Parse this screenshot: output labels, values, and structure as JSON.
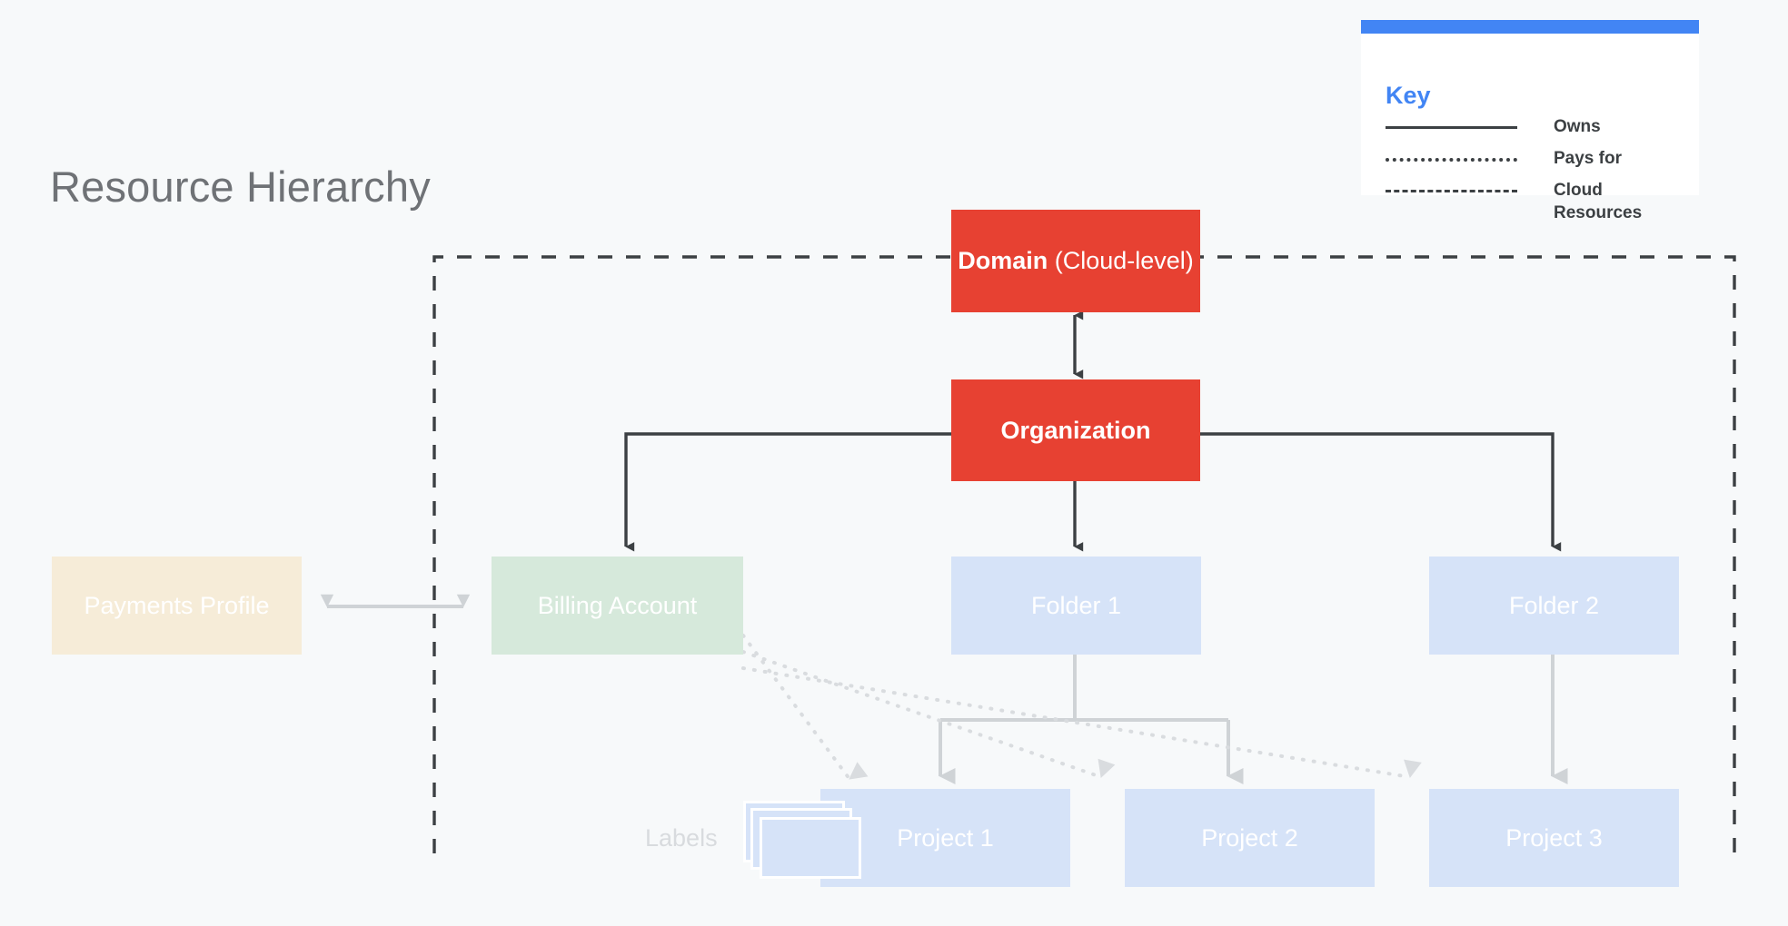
{
  "page": {
    "title": "Resource Hierarchy",
    "background_color": "#F7F9FA",
    "title_color": "#6F7276"
  },
  "key": {
    "heading": "Key",
    "accent_color": "#4285F4",
    "rows": [
      {
        "style": "solid",
        "label": "Owns"
      },
      {
        "style": "dotted",
        "label": "Pays for"
      },
      {
        "style": "dashed",
        "label": "Cloud Resources"
      }
    ]
  },
  "nodes": {
    "domain": {
      "label_bold": "Domain",
      "label_rest": " (Cloud-level)",
      "color": "#E74132"
    },
    "organization": {
      "label": "Organization",
      "color": "#E74132"
    },
    "payments_profile": {
      "label": "Payments Profile",
      "color": "#F6ECD8"
    },
    "billing_account": {
      "label": "Billing Account",
      "color": "#D6E9DB"
    },
    "folder_1": {
      "label": "Folder 1",
      "color": "#D6E3F8"
    },
    "folder_2": {
      "label": "Folder 2",
      "color": "#D6E3F8"
    },
    "project_1": {
      "label": "Project 1",
      "color": "#D6E3F8"
    },
    "project_2": {
      "label": "Project 2",
      "color": "#D6E3F8"
    },
    "project_3": {
      "label": "Project 3",
      "color": "#D6E3F8"
    },
    "labels": {
      "label": "Labels",
      "color": "#D8DBDE"
    }
  },
  "connections": {
    "dark_line_color": "#3C4043",
    "light_line_color": "#CFD3D6",
    "cloud_boundary_color": "#3C4043",
    "items": [
      {
        "from": "domain",
        "to": "organization",
        "type": "owns",
        "bidirectional": true
      },
      {
        "from": "organization",
        "to": "billing_account",
        "type": "owns"
      },
      {
        "from": "organization",
        "to": "folder_1",
        "type": "owns"
      },
      {
        "from": "organization",
        "to": "folder_2",
        "type": "owns"
      },
      {
        "from": "payments_profile",
        "to": "billing_account",
        "type": "owns",
        "bidirectional": true
      },
      {
        "from": "folder_1",
        "to": "project_1",
        "type": "owns"
      },
      {
        "from": "folder_1",
        "to": "project_2",
        "type": "owns"
      },
      {
        "from": "folder_2",
        "to": "project_3",
        "type": "owns"
      },
      {
        "from": "billing_account",
        "to": "project_1",
        "type": "pays-for"
      },
      {
        "from": "billing_account",
        "to": "project_2",
        "type": "pays-for"
      },
      {
        "from": "billing_account",
        "to": "project_3",
        "type": "pays-for"
      }
    ]
  }
}
